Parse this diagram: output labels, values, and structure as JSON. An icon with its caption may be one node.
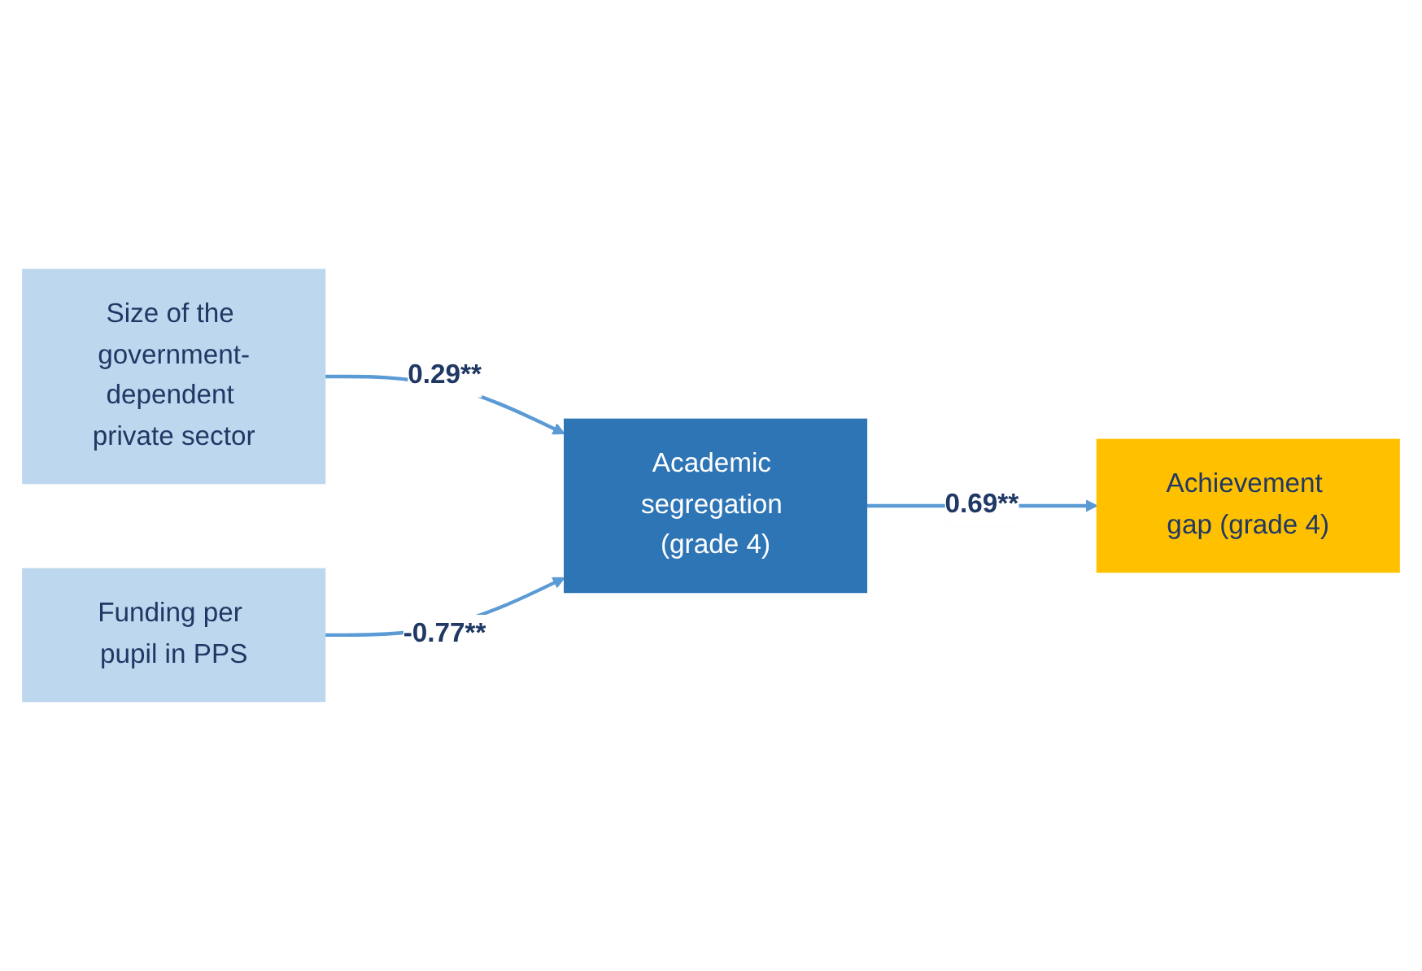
{
  "diagram": {
    "nodes": [
      {
        "text": [
          "Size of the government-dependent private sector"
        ]
      },
      {
        "text": [
          "Academic segregation (grade 4)"
        ]
      },
      {
        "text": [
          "Achievement gap (grade 4)"
        ]
      },
      {
        "text": [
          "Funding per pupil in PPS"
        ]
      }
    ],
    "edges": [
      {
        "from": 0,
        "to": 1,
        "arrow": "to",
        "label": "0.29**"
      },
      {
        "from": 3,
        "to": 1,
        "arrow": "to",
        "label": "-0.77**"
      },
      {
        "from": 1,
        "to": 2,
        "arrow": "to",
        "label": "0.69**"
      }
    ]
  }
}
